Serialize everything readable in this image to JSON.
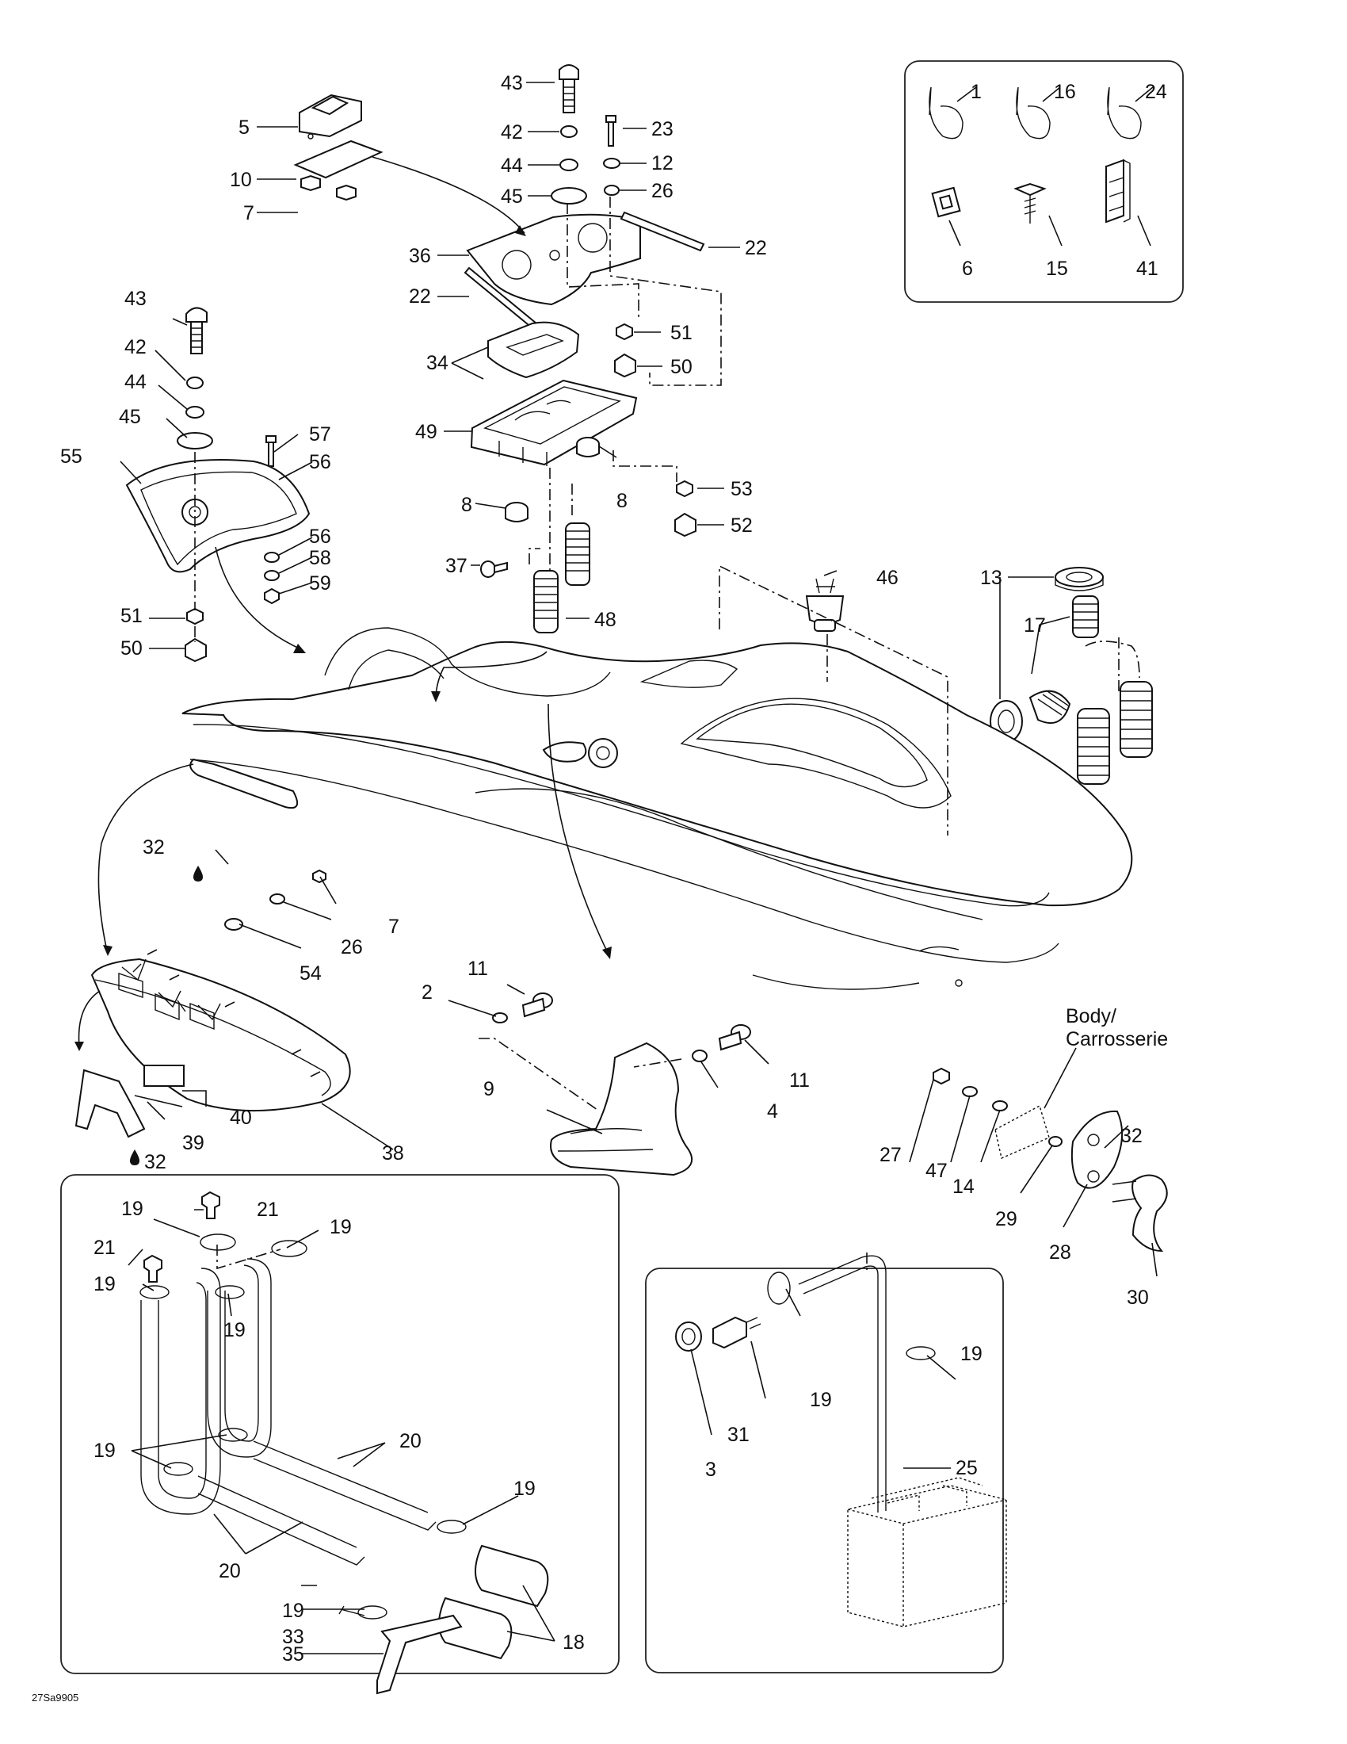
{
  "diagram_code": "27Sa9905",
  "body_note": "Body/\nCarrosserie",
  "labels": {
    "l1": "1",
    "l16": "16",
    "l24": "24",
    "l6": "6",
    "l15": "15",
    "l41": "41",
    "l43a": "43",
    "l42a": "42",
    "l44a": "44",
    "l45a": "45",
    "l23": "23",
    "l12": "12",
    "l26a": "26",
    "l5": "5",
    "l10": "10",
    "l7a": "7",
    "l36": "36",
    "l22a": "22",
    "l22b": "22",
    "l51a": "51",
    "l50a": "50",
    "l34": "34",
    "l49": "49",
    "l53": "53",
    "l52": "52",
    "l8a": "8",
    "l8b": "8",
    "l37": "37",
    "l48": "48",
    "l46": "46",
    "l13": "13",
    "l17": "17",
    "l43b": "43",
    "l42b": "42",
    "l44b": "44",
    "l45b": "45",
    "l57": "57",
    "l56a": "56",
    "l55": "55",
    "l56b": "56",
    "l58": "58",
    "l59": "59",
    "l51b": "51",
    "l50b": "50",
    "l32a": "32",
    "l7b": "7",
    "l26b": "26",
    "l54": "54",
    "l11a": "11",
    "l2": "2",
    "l11b": "11",
    "l4": "4",
    "l9": "9",
    "l40": "40",
    "l39": "39",
    "l32b": "32",
    "l38": "38",
    "l27": "27",
    "l47": "47",
    "l14": "14",
    "l29": "29",
    "l28": "28",
    "l30": "30",
    "l32c": "32",
    "l19a": "19",
    "l21a": "21",
    "l19b": "19",
    "l21b": "21",
    "l19c": "19",
    "l19d": "19",
    "l20a": "20",
    "l19e": "19",
    "l19f": "19",
    "l20b": "20",
    "l19g": "19",
    "l33": "33",
    "l35": "35",
    "l18": "18",
    "l19h": "19",
    "l19i": "19",
    "l31": "31",
    "l3": "3",
    "l25": "25"
  }
}
